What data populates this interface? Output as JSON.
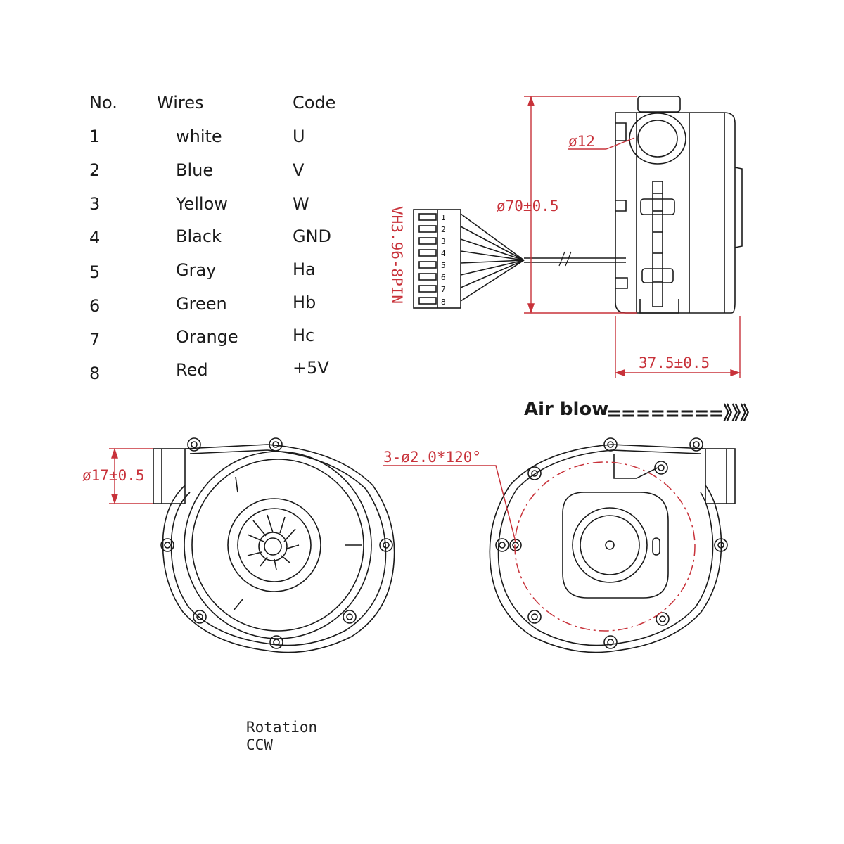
{
  "table": {
    "headers": {
      "no": "No.",
      "wires": "Wires",
      "code": "Code"
    },
    "rows": [
      {
        "no": "1",
        "wire": "white",
        "code": "U"
      },
      {
        "no": "2",
        "wire": "Blue",
        "code": "V"
      },
      {
        "no": "3",
        "wire": "Yellow",
        "code": "W"
      },
      {
        "no": "4",
        "wire": "Black",
        "code": "GND"
      },
      {
        "no": "5",
        "wire": "Gray",
        "code": "Ha"
      },
      {
        "no": "6",
        "wire": "Green",
        "code": "Hb"
      },
      {
        "no": "7",
        "wire": "Orange",
        "code": "Hc"
      },
      {
        "no": "8",
        "wire": "Red",
        "code": "+5V"
      }
    ]
  },
  "dimensions": {
    "inlet_dia": "ø12",
    "body_dia": "ø70±0.5",
    "depth": "37.5±0.5",
    "outlet_dia": "ø17±0.5",
    "mount_holes": "3-ø2.0*120°"
  },
  "connector": {
    "label": "VH3.96-8PIN",
    "pins": [
      "1",
      "2",
      "3",
      "4",
      "5",
      "6",
      "7",
      "8"
    ]
  },
  "airflow": {
    "label": "Air blow",
    "arrows": "========》》》"
  },
  "rotation": {
    "line1": "Rotation",
    "line2": "CCW"
  },
  "colors": {
    "dimension": "#c8323a",
    "line": "#1a1a1a"
  }
}
